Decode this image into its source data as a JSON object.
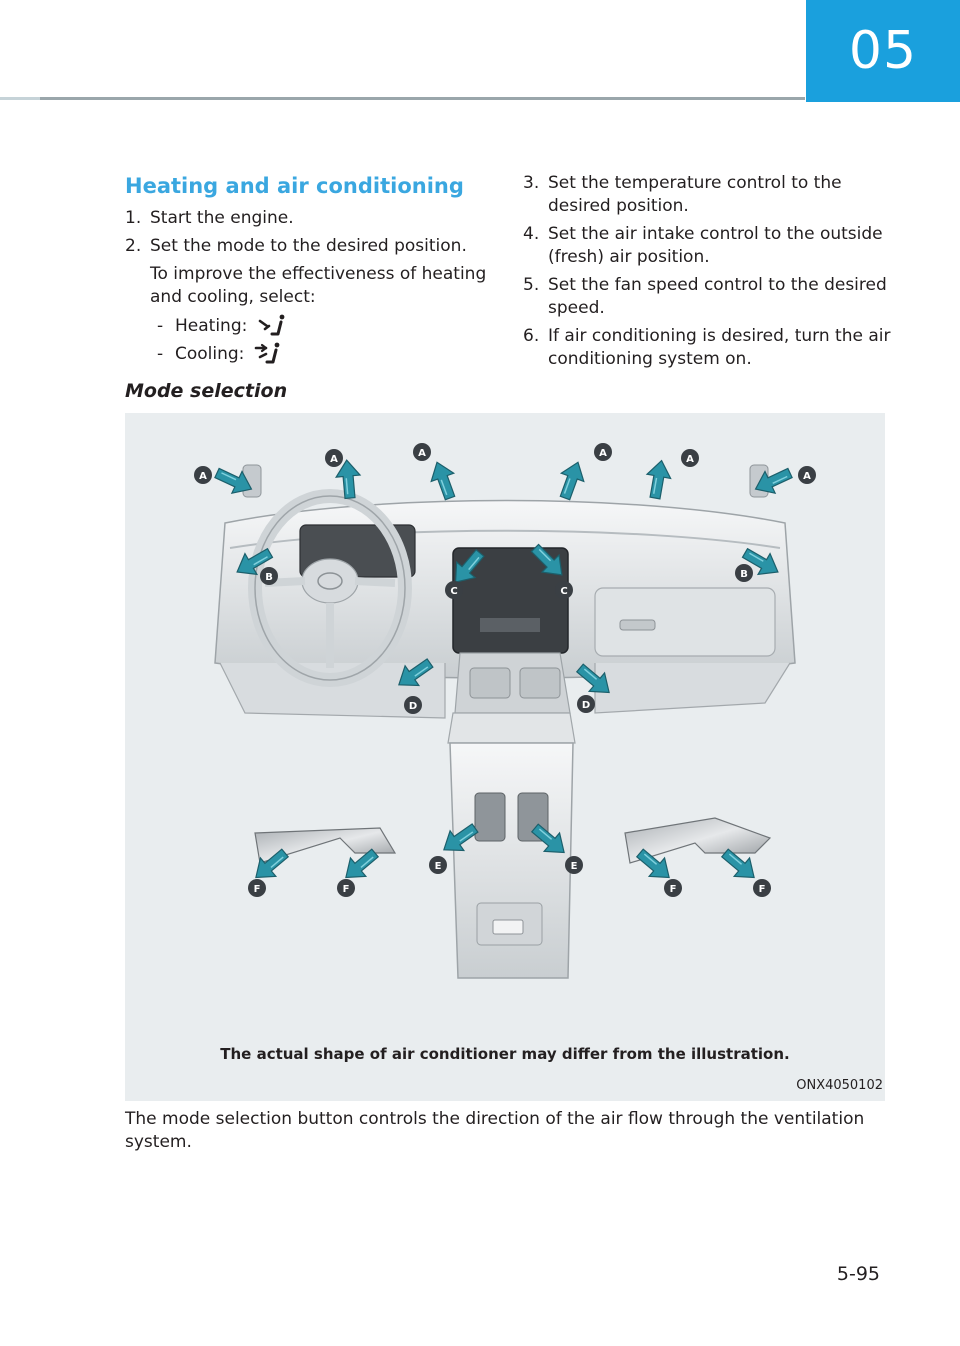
{
  "chapter": {
    "number": "05"
  },
  "section": {
    "title": "Heating and air conditioning",
    "steps": [
      {
        "num": "1.",
        "text": "Start the engine."
      },
      {
        "num": "2.",
        "text": "Set the mode to the desired position."
      }
    ],
    "note": "To improve the effectiveness of heating and cooling, select:",
    "options": [
      {
        "dash": "-",
        "label": "Heating:",
        "icon": "floor-defrost-mode-icon"
      },
      {
        "dash": "-",
        "label": "Cooling:",
        "icon": "face-floor-mode-icon"
      }
    ],
    "steps_continued": [
      {
        "num": "3.",
        "text": "Set the temperature control to the desired position."
      },
      {
        "num": "4.",
        "text": "Set the air intake control to the outside (fresh) air position."
      },
      {
        "num": "5.",
        "text": "Set the fan speed control to the desired speed."
      },
      {
        "num": "6.",
        "text": "If air conditioning is desired, turn the air conditioning system on."
      }
    ]
  },
  "mode_selection": {
    "heading": "Mode selection",
    "figure": {
      "caption": "The actual shape of air conditioner may differ from the illustration.",
      "code": "ONX4050102",
      "markers": {
        "A": "A",
        "B": "B",
        "C": "C",
        "D": "D",
        "E": "E",
        "F": "F"
      }
    },
    "body": "The mode selection button controls the direction of the air flow through the ventilation system."
  },
  "footer": {
    "page_number": "5-95"
  },
  "colors": {
    "accent_blue": "#1aa0dd",
    "heading_blue": "#3aa7e0",
    "arrow_teal": "#2a93a6",
    "marker_dark": "#3a3f44"
  }
}
